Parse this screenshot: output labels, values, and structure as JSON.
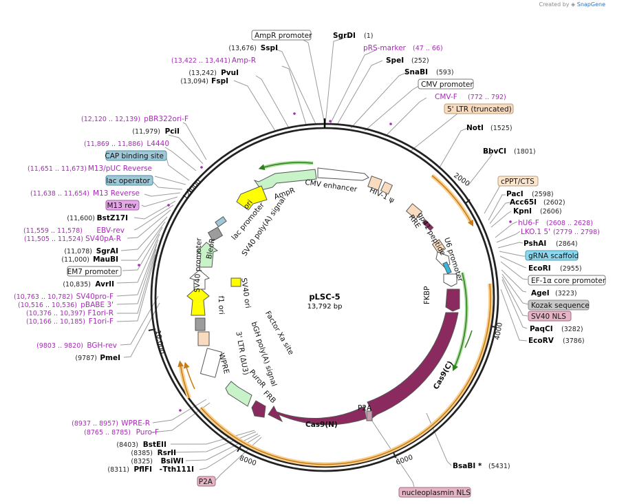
{
  "credit": {
    "prefix": "Created by",
    "brand": "SnapGene"
  },
  "plasmid": {
    "name": "pLSC-5",
    "length": "13,792 bp",
    "total_bp": 13792
  },
  "ticks": [
    "2000",
    "4000",
    "6000",
    "8000",
    "10,000",
    "12,000"
  ],
  "colors": {
    "backbone": "#222222",
    "leader": "#9a9a9a",
    "primer": "#a52ab5",
    "cds_magenta": "#8b2a5e",
    "marker_green": "#c8f3c8",
    "ori_yellow": "#ffff00",
    "orf_orange": "#f2a93b",
    "promoter_white": "#ffffff",
    "ltr_beige": "#f9dcc0",
    "grey_feature": "#9c9c9c",
    "cyan_feature": "#35b8e0",
    "lac_blue": "#9fc9d8"
  },
  "labels_right": [
    {
      "id": "ampr-promoter",
      "kind": "box",
      "name": "AmpR promoter",
      "color": "#ffffff"
    },
    {
      "id": "sgrdi",
      "kind": "site",
      "name": "SgrDI",
      "pos": "(1)"
    },
    {
      "id": "prs-marker",
      "kind": "primer",
      "name": "pRS-marker",
      "pos": "(47 .. 66)"
    },
    {
      "id": "spei",
      "kind": "site",
      "name": "SpeI",
      "pos": "(252)"
    },
    {
      "id": "snabi",
      "kind": "site",
      "name": "SnaBI",
      "pos": "(593)"
    },
    {
      "id": "cmv-promoter",
      "kind": "box",
      "name": "CMV promoter",
      "color": "#ffffff"
    },
    {
      "id": "cmv-f",
      "kind": "primer",
      "name": "CMV-F",
      "pos": "(772 .. 792)"
    },
    {
      "id": "ltr-truncated",
      "kind": "box",
      "name": "5' LTR (truncated)",
      "color": "#f9dcc0"
    },
    {
      "id": "noti",
      "kind": "site",
      "name": "NotI",
      "pos": "(1525)"
    },
    {
      "id": "bbvci",
      "kind": "site",
      "name": "BbvCI",
      "pos": "(1801)"
    },
    {
      "id": "cppt",
      "kind": "box",
      "name": "cPPT/CTS",
      "color": "#fde6cf"
    },
    {
      "id": "paci",
      "kind": "site",
      "name": "PacI",
      "pos": "(2598)"
    },
    {
      "id": "acc65i",
      "kind": "site",
      "name": "Acc65I",
      "pos": "(2602)"
    },
    {
      "id": "kpni",
      "kind": "site",
      "name": "KpnI",
      "pos": "(2606)"
    },
    {
      "id": "hu6-f",
      "kind": "primer",
      "name": "hU6-F",
      "pos": "(2608 .. 2628)"
    },
    {
      "id": "lko",
      "kind": "primer",
      "name": "LKO.1 5'",
      "pos": "(2779 .. 2798)"
    },
    {
      "id": "pshai",
      "kind": "site",
      "name": "PshAI",
      "pos": "(2864)"
    },
    {
      "id": "grna",
      "kind": "box",
      "name": "gRNA scaffold",
      "color": "#8ed8ee"
    },
    {
      "id": "ecori",
      "kind": "site",
      "name": "EcoRI",
      "pos": "(2955)"
    },
    {
      "id": "ef1a",
      "kind": "box",
      "name": "EF-1α core promoter",
      "color": "#ffffff"
    },
    {
      "id": "agei",
      "kind": "site",
      "name": "AgeI",
      "pos": "(3223)"
    },
    {
      "id": "kozak",
      "kind": "box",
      "name": "Kozak sequence",
      "color": "#c8c8c8"
    },
    {
      "id": "sv40nls",
      "kind": "box",
      "name": "SV40 NLS",
      "color": "#e5b5c6"
    },
    {
      "id": "paqci",
      "kind": "site",
      "name": "PaqCI",
      "pos": "(3282)"
    },
    {
      "id": "ecorv",
      "kind": "site",
      "name": "EcoRV",
      "pos": "(3786)"
    },
    {
      "id": "bsabi",
      "kind": "site",
      "name": "BsaBI *",
      "pos": "(5431)"
    },
    {
      "id": "nucleoplasmin",
      "kind": "box",
      "name": "nucleoplasmin NLS",
      "color": "#e5b5c6"
    }
  ],
  "labels_left": [
    {
      "id": "sspi",
      "kind": "site",
      "name": "SspI",
      "pos": "(13,676)"
    },
    {
      "id": "amp-r",
      "kind": "primer",
      "name": "Amp-R",
      "pos": "(13,422 .. 13,441)"
    },
    {
      "id": "pvui",
      "kind": "site",
      "name": "PvuI",
      "pos": "(13,242)"
    },
    {
      "id": "fspi",
      "kind": "site",
      "name": "FspI",
      "pos": "(13,094)"
    },
    {
      "id": "pbr322ori-f",
      "kind": "primer",
      "name": "pBR322ori-F",
      "pos": "(12,120 .. 12,139)"
    },
    {
      "id": "pcii",
      "kind": "site",
      "name": "PciI",
      "pos": "(11,979)"
    },
    {
      "id": "l4440",
      "kind": "primer",
      "name": "L4440",
      "pos": "(11,869 .. 11,886)"
    },
    {
      "id": "cap",
      "kind": "box",
      "name": "CAP binding site",
      "color": "#9fc9d8"
    },
    {
      "id": "m13puc",
      "kind": "primer",
      "name": "M13/pUC Reverse",
      "pos": "(11,651 .. 11,673)"
    },
    {
      "id": "lacop",
      "kind": "box",
      "name": "lac operator",
      "color": "#9fc9d8"
    },
    {
      "id": "m13rev-p",
      "kind": "primer",
      "name": "M13 Reverse",
      "pos": "(11,638 .. 11,654)"
    },
    {
      "id": "m13rev",
      "kind": "box",
      "name": "M13 rev",
      "color": "#e8a6ea"
    },
    {
      "id": "bstz17i",
      "kind": "site",
      "name": "BstZ17I",
      "pos": "(11,600)"
    },
    {
      "id": "ebv-rev",
      "kind": "primer",
      "name": "EBV-rev",
      "pos": "(11,559 .. 11,578)"
    },
    {
      "id": "sv40pa-r",
      "kind": "primer",
      "name": "SV40pA-R",
      "pos": "(11,505 .. 11,524)"
    },
    {
      "id": "sgrai",
      "kind": "site",
      "name": "SgrAI",
      "pos": "(11,078)"
    },
    {
      "id": "maubi",
      "kind": "site",
      "name": "MauBI",
      "pos": "(11,000)"
    },
    {
      "id": "em7",
      "kind": "box",
      "name": "EM7 promoter",
      "color": "#ffffff"
    },
    {
      "id": "avrii",
      "kind": "site",
      "name": "AvrII",
      "pos": "(10,835)"
    },
    {
      "id": "sv40pro-f",
      "kind": "primer",
      "name": "SV40pro-F",
      "pos": "(10,763 .. 10,782)"
    },
    {
      "id": "pbabe3",
      "kind": "primer",
      "name": "pBABE 3'",
      "pos": "(10,516 .. 10,536)"
    },
    {
      "id": "f1ori-r",
      "kind": "primer",
      "name": "F1ori-R",
      "pos": "(10,376 .. 10,397)"
    },
    {
      "id": "f1ori-f",
      "kind": "primer",
      "name": "F1ori-F",
      "pos": "(10,166 .. 10,185)"
    },
    {
      "id": "bgh-rev",
      "kind": "primer",
      "name": "BGH-rev",
      "pos": "(9803 .. 9820)"
    },
    {
      "id": "pmei",
      "kind": "site",
      "name": "PmeI",
      "pos": "(9787)"
    },
    {
      "id": "wpre-r",
      "kind": "primer",
      "name": "WPRE-R",
      "pos": "(8937 .. 8957)"
    },
    {
      "id": "puro-f",
      "kind": "primer",
      "name": "Puro-F",
      "pos": "(8765 .. 8785)"
    },
    {
      "id": "bsteii",
      "kind": "site",
      "name": "BstEII",
      "pos": "(8403)"
    },
    {
      "id": "rsrii",
      "kind": "site",
      "name": "RsrII",
      "pos": "(8385)"
    },
    {
      "id": "bsiwi",
      "kind": "site",
      "name": "BsiWI",
      "pos": "(8325)"
    },
    {
      "id": "pflfi",
      "kind": "site",
      "name": "PflFI",
      "pos": "(8311)"
    },
    {
      "id": "tth111i",
      "kind": "site",
      "name": "Tth111I",
      "pos": ""
    },
    {
      "id": "p2a-box",
      "kind": "box",
      "name": "P2A",
      "color": "#e5b5c6"
    }
  ],
  "features": [
    {
      "name": "AmpR",
      "kind": "marker"
    },
    {
      "name": "ori",
      "kind": "ori"
    },
    {
      "name": "CMV enhancer",
      "kind": "promoter"
    },
    {
      "name": "HIV-1 ψ",
      "kind": "misc"
    },
    {
      "name": "RRE",
      "kind": "misc"
    },
    {
      "name": "gp41 peptide",
      "kind": "cds"
    },
    {
      "name": "U6 promoter",
      "kind": "promoter"
    },
    {
      "name": "FKBP",
      "kind": "cds"
    },
    {
      "name": "Cas9(C)",
      "kind": "cds"
    },
    {
      "name": "P2A",
      "kind": "cds"
    },
    {
      "name": "Cas9(N)",
      "kind": "cds"
    },
    {
      "name": "FRB",
      "kind": "cds"
    },
    {
      "name": "PuroR",
      "kind": "marker"
    },
    {
      "name": "WPRE",
      "kind": "misc"
    },
    {
      "name": "3' LTR (ΔU3)",
      "kind": "ltr"
    },
    {
      "name": "bGH poly(A) signal",
      "kind": "terminator"
    },
    {
      "name": "f1 ori",
      "kind": "ori"
    },
    {
      "name": "SV40 promoter",
      "kind": "promoter"
    },
    {
      "name": "BleoR",
      "kind": "marker"
    },
    {
      "name": "SV40 poly(A) signal",
      "kind": "terminator"
    },
    {
      "name": "lac promoter",
      "kind": "promoter"
    },
    {
      "name": "SV40 ori",
      "kind": "ori"
    },
    {
      "name": "Factor Xa site",
      "kind": "site"
    }
  ]
}
